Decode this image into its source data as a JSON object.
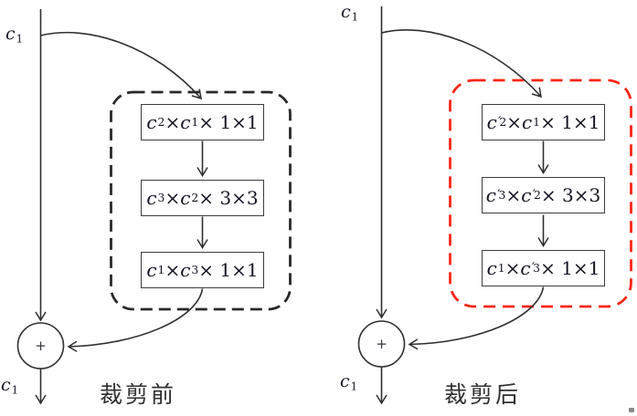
{
  "colors": {
    "stroke": "#2f2f2f",
    "box_border": "#3c3c3c",
    "math_text": "#141422",
    "before_outline": "#282828",
    "after_outline": "#f92617",
    "caption_text": "#2f2f2f"
  },
  "before": {
    "caption": "裁剪前",
    "input_channels": "c_1",
    "output_channels": "c_1",
    "sum_operator": "+",
    "layers": [
      "c_2 × c_1 × 1×1",
      "c_3 × c_2 × 3×3",
      "c_1 × c_3 × 1×1"
    ]
  },
  "after": {
    "caption": "裁剪后",
    "input_channels": "c_1",
    "output_channels": "c_1",
    "sum_operator": "+",
    "layers": [
      "c'_2 × c_1 × 1×1",
      "c'_3 × c'_2 × 3×3",
      "c_1 × c'_3 × 1×1"
    ]
  }
}
